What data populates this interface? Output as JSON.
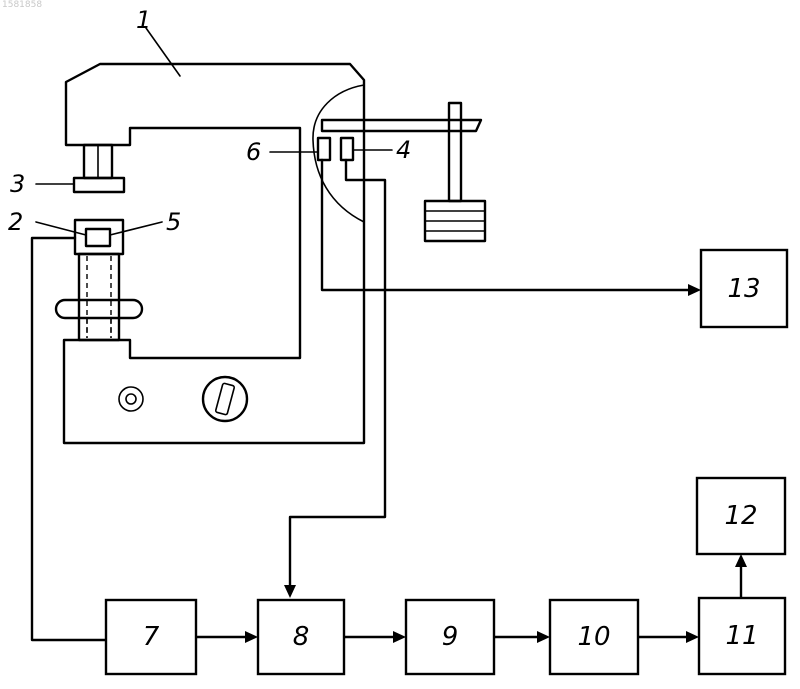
{
  "corner_code": "1581858",
  "labels": {
    "frame": "1",
    "anvil": "2",
    "indenter": "3",
    "lever_sensor": "4",
    "anvil_sensor": "5",
    "contact_sensor": "6"
  },
  "blocks": {
    "b7": "7",
    "b8": "8",
    "b9": "9",
    "b10": "10",
    "b11": "11",
    "b12": "12",
    "b13": "13"
  }
}
